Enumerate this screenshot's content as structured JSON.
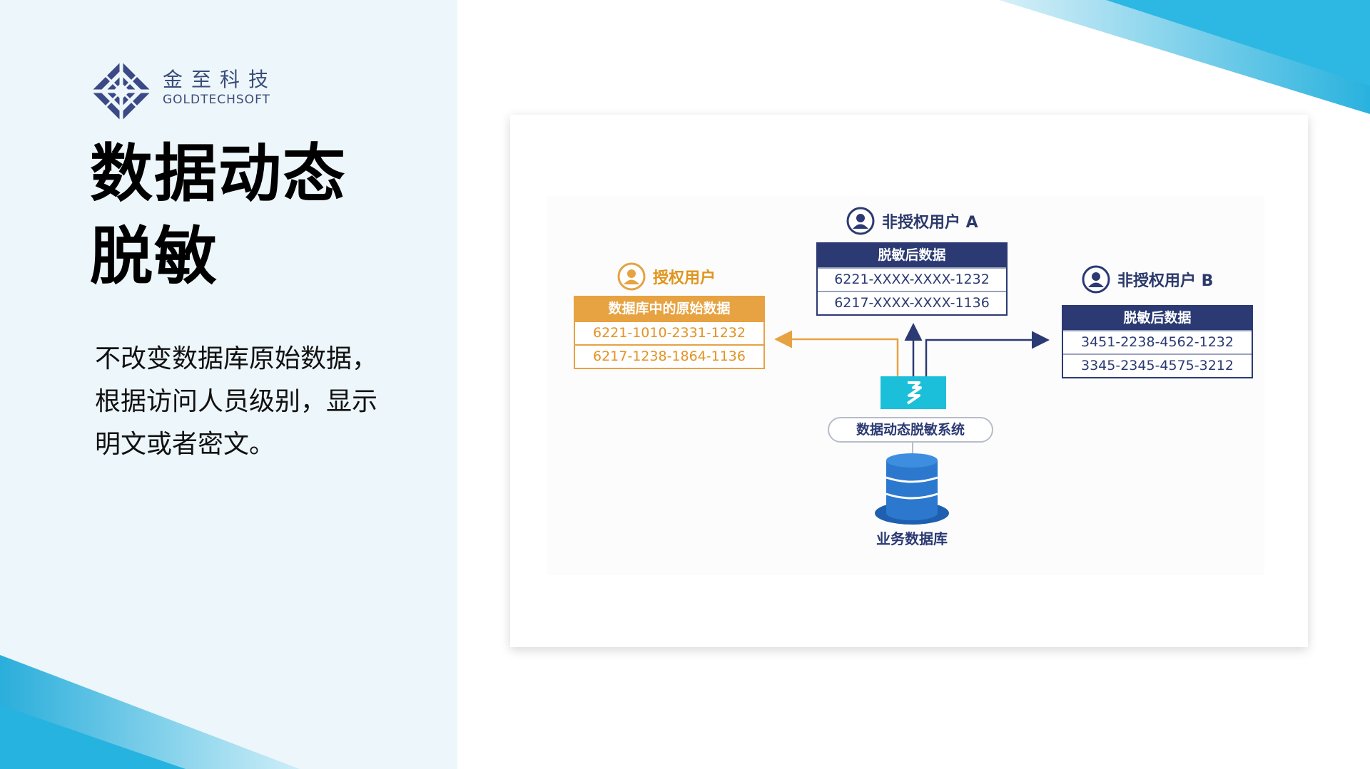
{
  "slide": {
    "logo": {
      "cn": "金至科技",
      "en": "GOLDTECHSOFT"
    },
    "title_line1": "数据动态",
    "title_line2": "脱敏",
    "description": "不改变数据库原始数据，根据访问人员级别，显示明文或者密文。",
    "colors": {
      "left_panel_bg": "#edf6fa",
      "accent_cyan": "#29b6e0",
      "authorized_orange": "#e7a241",
      "navy": "#2b3a73"
    }
  },
  "diagram": {
    "authorized_user": {
      "label": "授权用户",
      "icon": "user-icon",
      "box_title": "数据库中的原始数据",
      "rows": [
        "6221-1010-2331-1232",
        "6217-1238-1864-1136"
      ]
    },
    "user_a": {
      "label": "非授权用户 A",
      "icon": "user-icon",
      "box_title": "脱敏后数据",
      "rows": [
        "6221-XXXX-XXXX-1232",
        "6217-XXXX-XXXX-1136"
      ]
    },
    "user_b": {
      "label": "非授权用户 B",
      "icon": "user-icon",
      "box_title": "脱敏后数据",
      "rows": [
        "3451-2238-4562-1232",
        "3345-2345-4575-3212"
      ]
    },
    "system": {
      "label": "数据动态脱敏系统",
      "icon": "masking-system-icon"
    },
    "database": {
      "label": "业务数据库",
      "icon": "database-icon"
    }
  }
}
